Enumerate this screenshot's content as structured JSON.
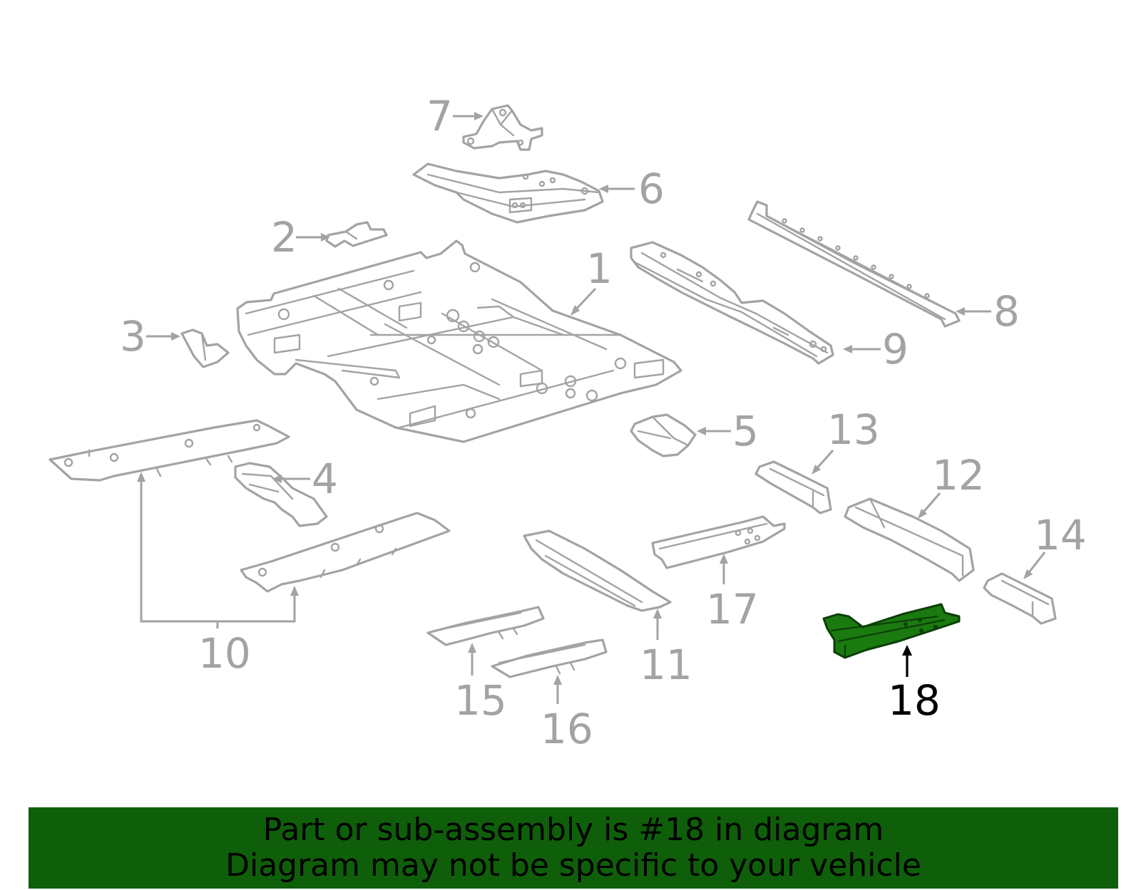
{
  "diagram": {
    "callouts": {
      "c1": "1",
      "c2": "2",
      "c3": "3",
      "c4": "4",
      "c5": "5",
      "c6": "6",
      "c7": "7",
      "c8": "8",
      "c9": "9",
      "c10": "10",
      "c11": "11",
      "c12": "12",
      "c13": "13",
      "c14": "14",
      "c15": "15",
      "c16": "16",
      "c17": "17",
      "c18": "18"
    },
    "highlighted_part": "18",
    "colors": {
      "line_art": "#a3a3a3",
      "highlight_fill": "#1a7a0f",
      "banner_background": "#0f5e0a",
      "highlight_callout": "#000000"
    }
  },
  "banner": {
    "line1": "Part or sub-assembly is #18 in diagram",
    "line2": "Diagram may not be specific to your vehicle"
  }
}
